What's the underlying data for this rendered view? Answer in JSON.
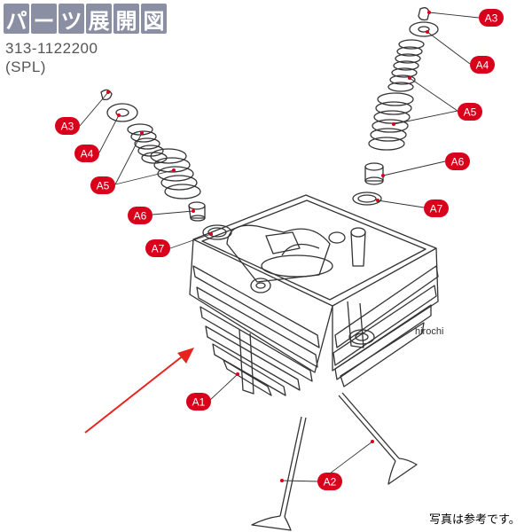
{
  "header": {
    "title_chars": [
      "パ",
      "ー",
      "ツ",
      "展",
      "開",
      "図"
    ],
    "part_number": "313-1122200",
    "variant": "(SPL)"
  },
  "callouts": [
    {
      "id": "a3-left",
      "label": "A3"
    },
    {
      "id": "a4-left",
      "label": "A4"
    },
    {
      "id": "a5-left",
      "label": "A5"
    },
    {
      "id": "a6-left",
      "label": "A6"
    },
    {
      "id": "a7-left",
      "label": "A7"
    },
    {
      "id": "a3-right",
      "label": "A3"
    },
    {
      "id": "a4-right",
      "label": "A4"
    },
    {
      "id": "a5-right",
      "label": "A5"
    },
    {
      "id": "a6-right",
      "label": "A6"
    },
    {
      "id": "a7-right",
      "label": "A7"
    },
    {
      "id": "a1",
      "label": "A1"
    },
    {
      "id": "a2",
      "label": "A2"
    }
  ],
  "watermark": "hirochi",
  "footer_note": "写真は参考です。",
  "colors": {
    "header_bg": "#8a8fa3",
    "callout_fill": "#d9001b",
    "arrow": "#e8231e",
    "line_art": "#333333"
  }
}
